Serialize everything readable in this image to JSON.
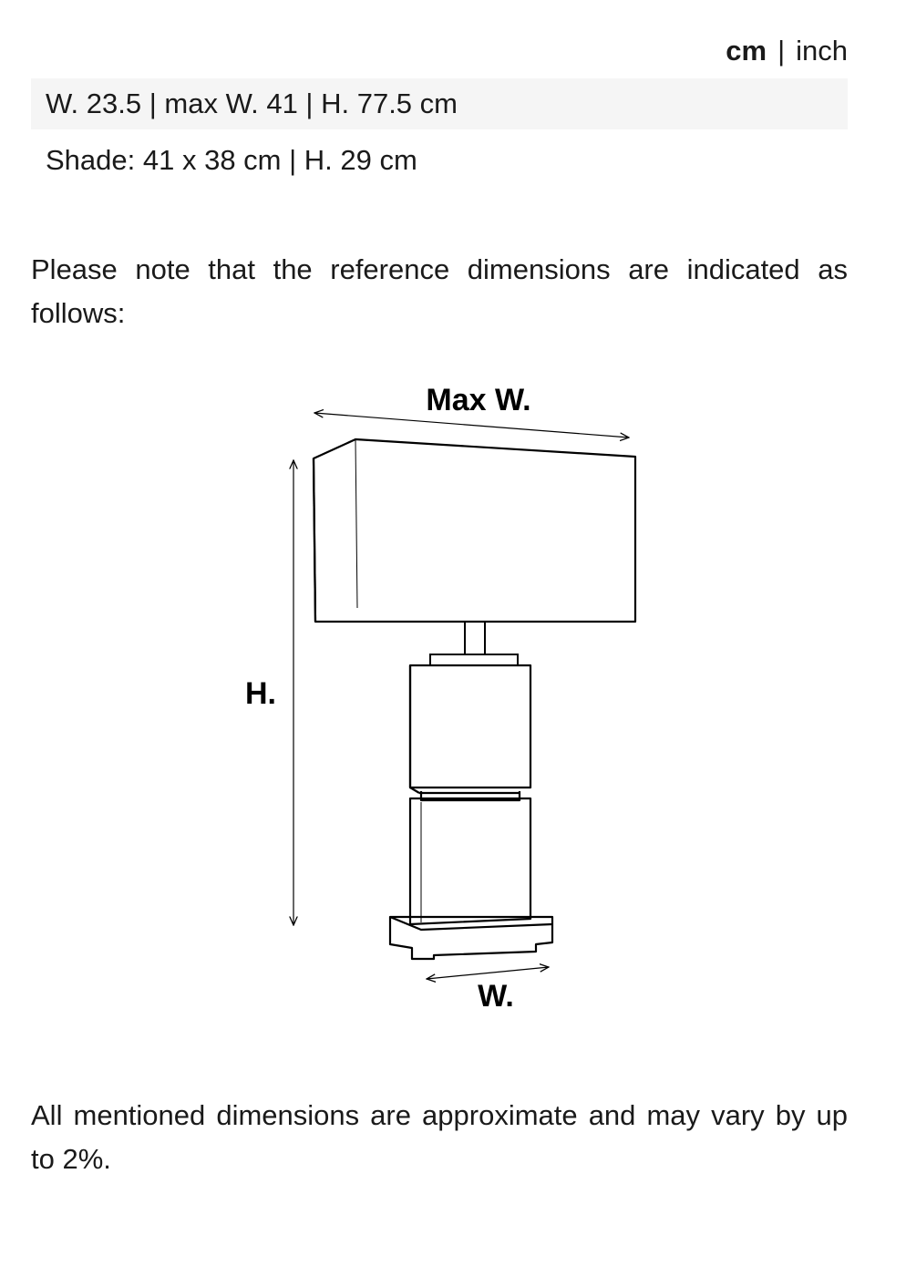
{
  "unit_toggle": {
    "active": "cm",
    "inactive": "inch",
    "separator": "|"
  },
  "dimensions": {
    "overall": "W. 23.5 | max W. 41 | H. 77.5 cm",
    "shade": "Shade: 41 x 38 cm | H. 29 cm"
  },
  "notes": {
    "reference": "Please note that the reference dimensions are indicated as follows:",
    "approximate": "All mentioned dimensions are approximate and may vary by up to 2%."
  },
  "diagram": {
    "max_width_label": "Max W.",
    "height_label": "H.",
    "width_label": "W."
  }
}
